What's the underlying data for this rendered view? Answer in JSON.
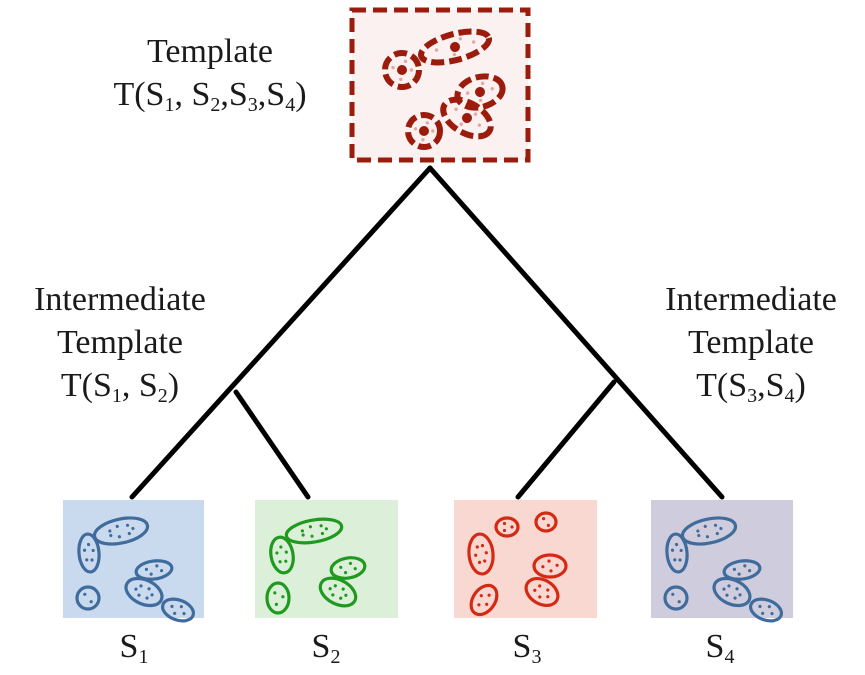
{
  "root": {
    "title": "Template",
    "formula_prefix": "T(",
    "formula_args": [
      {
        "symbol": "S",
        "index": "1",
        "sep": ", "
      },
      {
        "symbol": "S",
        "index": "2",
        "sep": ","
      },
      {
        "symbol": "S",
        "index": "3",
        "sep": ","
      },
      {
        "symbol": "S",
        "index": "4",
        "sep": ""
      }
    ],
    "formula_suffix": ")",
    "color": "#9b1c0c",
    "fill": "#fbf1f0"
  },
  "intermediates": [
    {
      "line1": "Intermediate",
      "line2": "Template",
      "formula_prefix": "T(",
      "formula_args": [
        {
          "symbol": "S",
          "index": "1",
          "sep": ", "
        },
        {
          "symbol": "S",
          "index": "2",
          "sep": ""
        }
      ],
      "formula_suffix": ")"
    },
    {
      "line1": "Intermediate",
      "line2": "Template",
      "formula_prefix": "T(",
      "formula_args": [
        {
          "symbol": "S",
          "index": "3",
          "sep": ","
        },
        {
          "symbol": "S",
          "index": "4",
          "sep": ""
        }
      ],
      "formula_suffix": ")"
    }
  ],
  "leaves": [
    {
      "symbol": "S",
      "index": "1",
      "bg": "#c9d9ee",
      "stroke": "#3f6c9c"
    },
    {
      "symbol": "S",
      "index": "2",
      "bg": "#dcefd8",
      "stroke": "#1f9a1f"
    },
    {
      "symbol": "S",
      "index": "3",
      "bg": "#fad8d2",
      "stroke": "#d42a14"
    },
    {
      "symbol": "S",
      "index": "4",
      "bg": "#cfcddd",
      "stroke": "#3f6c9c"
    }
  ],
  "edge_color": "#000000"
}
